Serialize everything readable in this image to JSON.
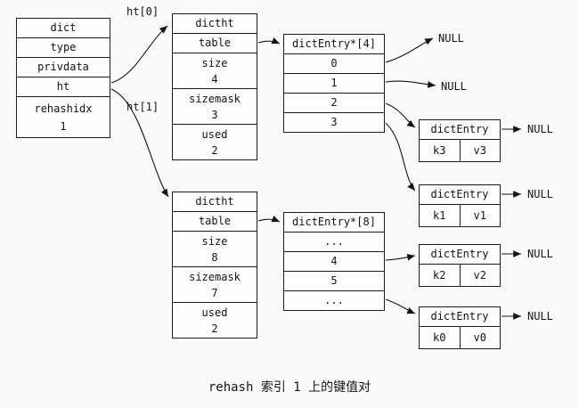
{
  "caption": "rehash 索引 1 上的键值对",
  "null_label": "NULL",
  "pointers": {
    "ht0": "ht[0]",
    "ht1": "ht[1]"
  },
  "dict_box": {
    "header": "dict",
    "cells": [
      "type",
      "privdata",
      "ht"
    ],
    "rehashidx": {
      "label": "rehashidx",
      "value": "1"
    }
  },
  "dictht_top": {
    "header": "dictht",
    "table_label": "table",
    "fields": [
      {
        "label": "size",
        "value": "4"
      },
      {
        "label": "sizemask",
        "value": "3"
      },
      {
        "label": "used",
        "value": "2"
      }
    ]
  },
  "dictht_bottom": {
    "header": "dictht",
    "table_label": "table",
    "fields": [
      {
        "label": "size",
        "value": "8"
      },
      {
        "label": "sizemask",
        "value": "7"
      },
      {
        "label": "used",
        "value": "2"
      }
    ]
  },
  "entry_array_top": {
    "header": "dictEntry*[4]",
    "slots": [
      "0",
      "1",
      "2",
      "3"
    ]
  },
  "entry_array_bottom": {
    "header": "dictEntry*[8]",
    "slots": [
      "...",
      "4",
      "5",
      "..."
    ]
  },
  "entries": [
    {
      "header": "dictEntry",
      "key": "k3",
      "value": "v3"
    },
    {
      "header": "dictEntry",
      "key": "k1",
      "value": "v1"
    },
    {
      "header": "dictEntry",
      "key": "k2",
      "value": "v2"
    },
    {
      "header": "dictEntry",
      "key": "k0",
      "value": "v0"
    }
  ]
}
